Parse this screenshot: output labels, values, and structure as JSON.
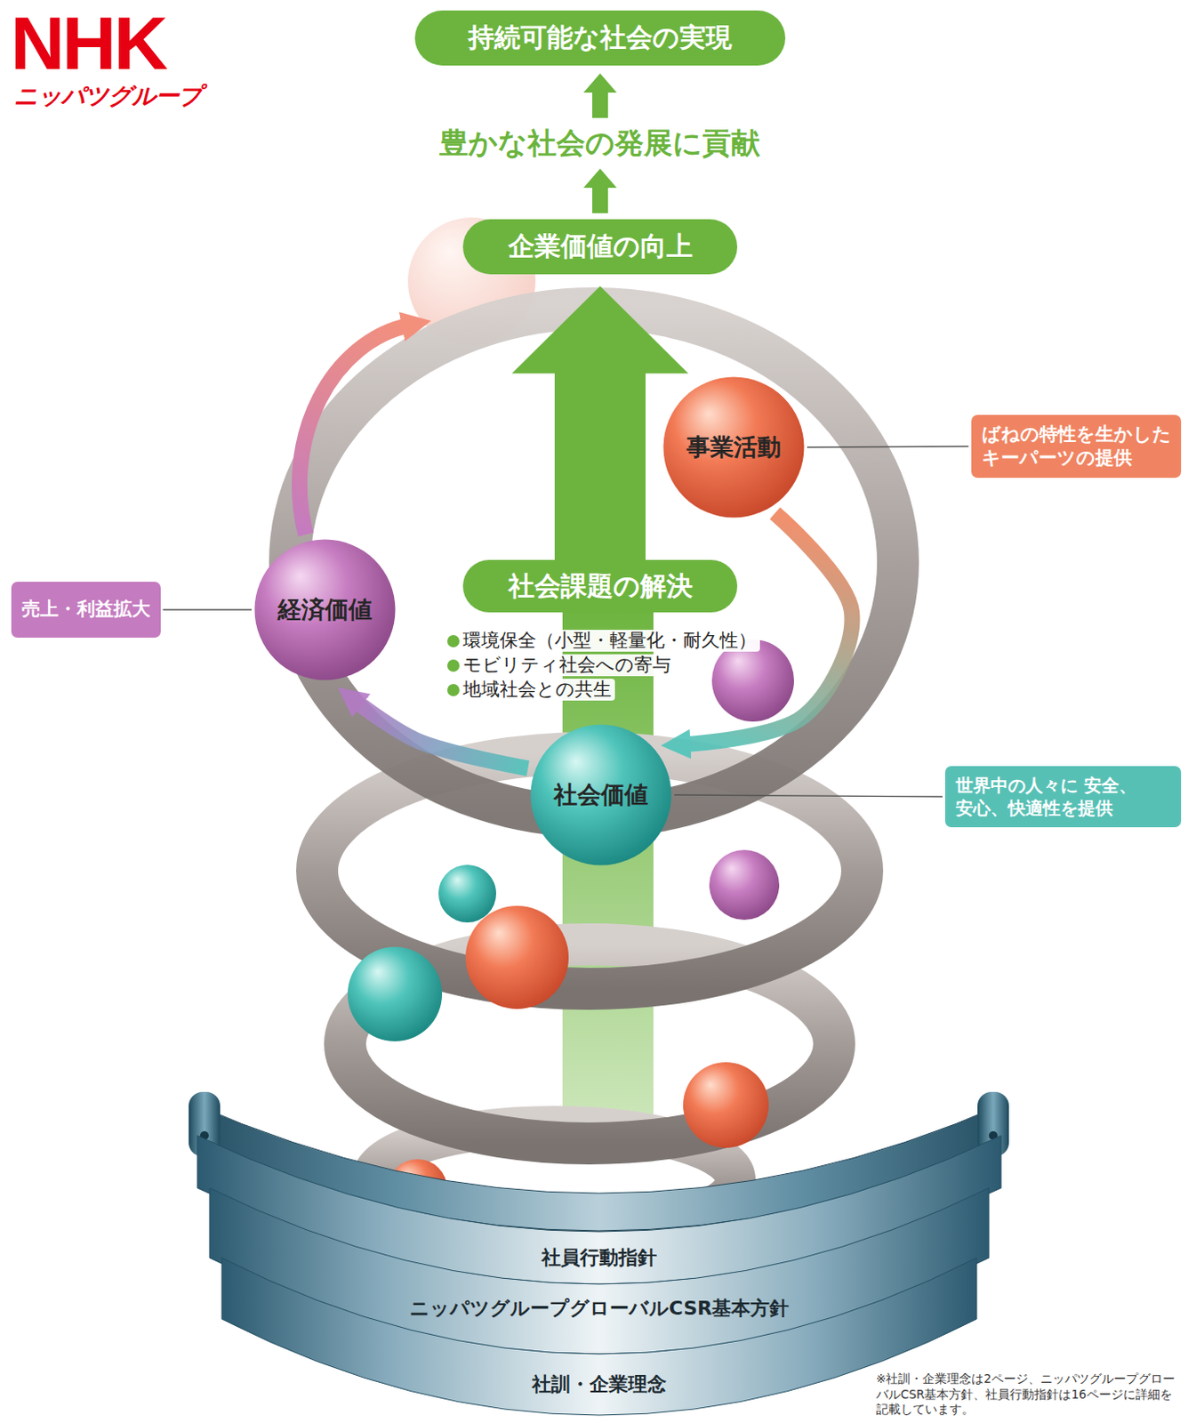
{
  "diagram": {
    "nodes": [
      {
        "text": [
          "持続可能な社会の実現"
        ]
      },
      {
        "text": [
          "企業価値の向上"
        ]
      },
      {
        "text": [
          "事業活動"
        ]
      },
      {
        "text": [
          "ばねの特性を生かした キーパーツの提供"
        ]
      },
      {
        "text": [
          "経済価値"
        ]
      },
      {
        "text": [
          "売上・利益拡大"
        ]
      },
      {
        "text": [
          "社会課題の解決"
        ]
      },
      {
        "text": [
          "社会価値"
        ]
      },
      {
        "text": [
          "世界中の人々に 安全、安心、快適性を提供"
        ]
      },
      {
        "text": [
          "社員行動指針"
        ]
      },
      {
        "text": [
          "ニッパツグループグローバルCSR基本方針"
        ]
      },
      {
        "text": [
          "社訓・企業理念"
        ]
      }
    ],
    "edges": [
      {
        "from": 6,
        "to": 1,
        "arrow": "to"
      },
      {
        "from": 2,
        "to": 7,
        "arrow": "to"
      },
      {
        "from": 7,
        "to": 4,
        "arrow": "to"
      },
      {
        "from": 2,
        "to": 3,
        "arrow": "none"
      },
      {
        "from": 4,
        "to": 5,
        "arrow": "none"
      },
      {
        "from": 7,
        "to": 8,
        "arrow": "none"
      }
    ],
    "labels": [
      "NHK",
      "ニッパツグループ",
      "豊かな社会の発展に貢献",
      "環境保全（小型・軽量化・耐久性）",
      "モビリティ社会への寄与",
      "地域社会との共生",
      "※社訓・企業理念は2ページ、ニッパツグループグローバルCSR基本方針、社員行動指針は16ページに詳細を記載しています。"
    ]
  }
}
